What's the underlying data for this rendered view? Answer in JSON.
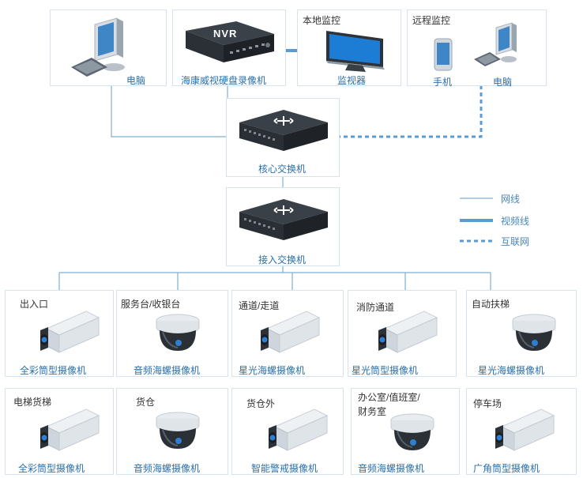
{
  "devices": {
    "pc1": "电脑",
    "nvr": "海康威视硬盘录像机",
    "nvr_badge": "NVR",
    "local_title": "本地监控",
    "monitor": "监视器",
    "remote_title": "远程监控",
    "phone": "手机",
    "pc2": "电脑",
    "core_switch": "核心交换机",
    "access_switch": "接入交换机"
  },
  "legend": {
    "network": "网线",
    "video": "视频线",
    "internet": "互联网"
  },
  "cameras": [
    {
      "location": "出入口",
      "type": "全彩筒型摄像机",
      "shape": "bullet"
    },
    {
      "location": "服务台/收银台",
      "type": "音频海螺摄像机",
      "shape": "dome"
    },
    {
      "location": "通道/走道",
      "type": "星光海螺摄像机",
      "shape": "bullet"
    },
    {
      "location": "消防通道",
      "type": "星光筒型摄像机",
      "shape": "bullet"
    },
    {
      "location": "自动扶梯",
      "type": "星光海螺摄像机",
      "shape": "dome"
    },
    {
      "location": "电梯货梯",
      "type": "全彩筒型摄像机",
      "shape": "bullet"
    },
    {
      "location": "货仓",
      "type": "音频海螺摄像机",
      "shape": "dome"
    },
    {
      "location": "货仓外",
      "type": "智能警戒摄像机",
      "shape": "bullet"
    },
    {
      "location": "办公室/值班室/财务室",
      "type": "音频海螺摄像机",
      "shape": "dome"
    },
    {
      "location": "停车场",
      "type": "广角筒型摄像机",
      "shape": "bullet"
    }
  ],
  "colors": {
    "network_line": "#7fb0d3",
    "video_line": "#5b9bd0",
    "internet_line": "#5b9bd0",
    "label": "#2a6fa8"
  }
}
